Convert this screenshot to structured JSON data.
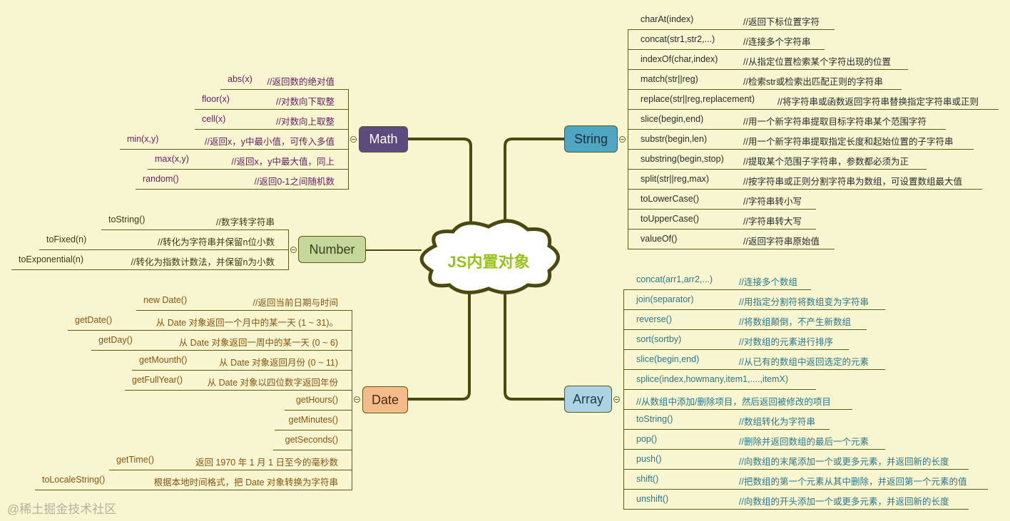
{
  "center": {
    "title": "JS内置对象"
  },
  "colors": {
    "background": "#f8f6d0",
    "line": "#5b5b17",
    "center_text": "#98c21a",
    "math_node": "#5d4a7e",
    "string_node": "#4ea6c2",
    "number_node": "#c4d89c",
    "date_node": "#f6bb8b",
    "array_node": "#acd3e4"
  },
  "math": {
    "label": "Math",
    "items": [
      {
        "fn": "abs(x)",
        "desc": "//返回数的绝对值"
      },
      {
        "fn": "floor(x)",
        "desc": "//对数向下取整"
      },
      {
        "fn": "cell(x)",
        "desc": "//对数向上取整"
      },
      {
        "fn": "min(x,y)",
        "desc": "//返回x，y中最小值，可传入多值"
      },
      {
        "fn": "max(x,y)",
        "desc": "//返回x，y中最大值，同上"
      },
      {
        "fn": "random()",
        "desc": "//返回0-1之间随机数"
      }
    ]
  },
  "number": {
    "label": "Number",
    "items": [
      {
        "fn": "toString()",
        "desc": "//数字转字符串"
      },
      {
        "fn": "toFixed(n)",
        "desc": "//转化为字符串并保留n位小数"
      },
      {
        "fn": "toExponential(n)",
        "desc": "//转化为指数计数法，并保留n为小数"
      }
    ]
  },
  "date": {
    "label": "Date",
    "items": [
      {
        "fn": "new Date()",
        "desc": "//返回当前日期与时间"
      },
      {
        "fn": "getDate()",
        "desc": "从 Date 对象返回一个月中的某一天 (1 ~ 31)。"
      },
      {
        "fn": "getDay()",
        "desc": "从 Date 对象返回一周中的某一天 (0 ~ 6)"
      },
      {
        "fn": "getMounth()",
        "desc": "从 Date 对象返回月份 (0 ~ 11)"
      },
      {
        "fn": "getFullYear()",
        "desc": "从 Date 对象以四位数字返回年份"
      },
      {
        "fn": "getHours()",
        "desc": ""
      },
      {
        "fn": "getMinutes()",
        "desc": ""
      },
      {
        "fn": "getSeconds()",
        "desc": ""
      },
      {
        "fn": "getTime()",
        "desc": "返回 1970 年 1 月 1 日至今的毫秒数"
      },
      {
        "fn": "toLocaleString()",
        "desc": "根据本地时间格式，把 Date 对象转换为字符串"
      }
    ]
  },
  "string": {
    "label": "String",
    "items": [
      {
        "fn": "charAt(index)",
        "desc": "//返回下标位置字符"
      },
      {
        "fn": "concat(str1,str2,...)",
        "desc": "//连接多个字符串"
      },
      {
        "fn": "indexOf(char,index)",
        "desc": "//从指定位置检索某个字符出现的位置"
      },
      {
        "fn": "match(str||reg)",
        "desc": "//检索str或检索出匹配正则的字符串"
      },
      {
        "fn": "replace(str||reg,replacement)",
        "desc": "//将字符串或函数返回字符串替换指定字符串或正则"
      },
      {
        "fn": "slice(begin,end)",
        "desc": "//用一个新字符串提取目标字符串某个范围字符"
      },
      {
        "fn": "substr(begin,len)",
        "desc": "//用一个新字符串提取指定长度和起始位置的子字符串"
      },
      {
        "fn": "substring(begin,stop)",
        "desc": "//提取某个范围子字符串，参数都必须为正"
      },
      {
        "fn": "split(str||reg,max)",
        "desc": "//按字符串或正则分割字符串为数组，可设置数组最大值"
      },
      {
        "fn": "toLowerCase()",
        "desc": "//字符串转小写"
      },
      {
        "fn": "toUpperCase()",
        "desc": "//字符串转大写"
      },
      {
        "fn": "valueOf()",
        "desc": "//返回字符串原始值"
      }
    ]
  },
  "array": {
    "label": "Array",
    "items": [
      {
        "fn": "concat(arr1,arr2,...)",
        "desc": "//连接多个数组"
      },
      {
        "fn": "join(separator)",
        "desc": "//用指定分割符将数组变为字符串"
      },
      {
        "fn": "reverse()",
        "desc": "//将数组颠倒，不产生新数组"
      },
      {
        "fn": "sort(sortby)",
        "desc": "//对数组的元素进行排序"
      },
      {
        "fn": "slice(begin,end)",
        "desc": "//从已有的数组中返回选定的元素"
      },
      {
        "fn": "splice(index,howmany,item1,....,itemX)",
        "desc": ""
      },
      {
        "fn": "//从数组中添加/删除项目，然后返回被修改的项目",
        "desc": ""
      },
      {
        "fn": "toString()",
        "desc": "//数组转化为字符串"
      },
      {
        "fn": "pop()",
        "desc": "//删除并返回数组的最后一个元素"
      },
      {
        "fn": "push()",
        "desc": "//向数组的末尾添加一个或更多元素，并返回新的长度"
      },
      {
        "fn": "shift()",
        "desc": "//把数组的第一个元素从其中删除，并返回第一个元素的值"
      },
      {
        "fn": "unshift()",
        "desc": "//向数组的开头添加一个或更多元素，并返回新的长度"
      }
    ]
  },
  "watermark": "@稀土掘金技术社区"
}
